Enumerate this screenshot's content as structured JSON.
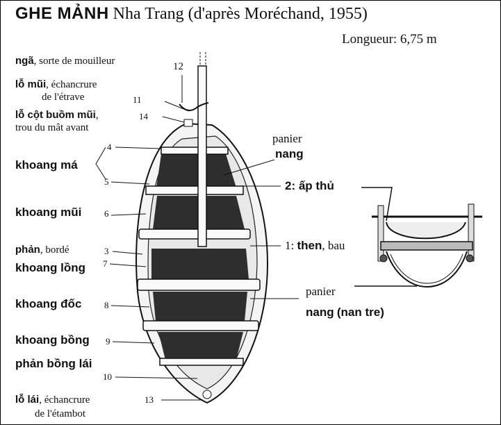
{
  "title": {
    "bold": "GHE MẢNH",
    "rest": "Nha Trang (d'après Moréchand, 1955)"
  },
  "length": "Longueur: 6,75 m",
  "labels": {
    "nga": {
      "term": "ngã",
      "gloss": ", sorte de mouilleur"
    },
    "lo_mui": {
      "term": "lỗ mũi",
      "gloss": ", échancrure",
      "gloss2": "de l'étrave"
    },
    "lo_cot": {
      "term": "lỗ cột buồm mũi",
      "gloss": ",",
      "gloss2": "trou du mât avant"
    },
    "khoang_ma": "khoang má",
    "khoang_mui": "khoang mũi",
    "phan": {
      "term": "phản",
      "gloss": ", bordé"
    },
    "khoang_long": "khoang lồng",
    "khoang_doc": "khoang đốc",
    "khoang_bong": "khoang bồng",
    "phan_bong_lai": "phản bồng lái",
    "lo_lai": {
      "term": "lỗ lái",
      "gloss": ", échancrure",
      "gloss2": "de l'étambot"
    }
  },
  "numbers": [
    "1",
    "2",
    "3",
    "4",
    "5",
    "6",
    "7",
    "8",
    "9",
    "10",
    "11",
    "12",
    "13",
    "14"
  ],
  "right_labels": {
    "panier_top": "panier",
    "nang_top": "nang",
    "ap_thu": "2:  ấp thủ",
    "then_bau": {
      "prefix": "1:  ",
      "term": "then",
      "gloss": ", bau"
    },
    "panier_bottom": "panier",
    "nang_bottom": "nang",
    "nan_tre": "(nan tre)"
  }
}
